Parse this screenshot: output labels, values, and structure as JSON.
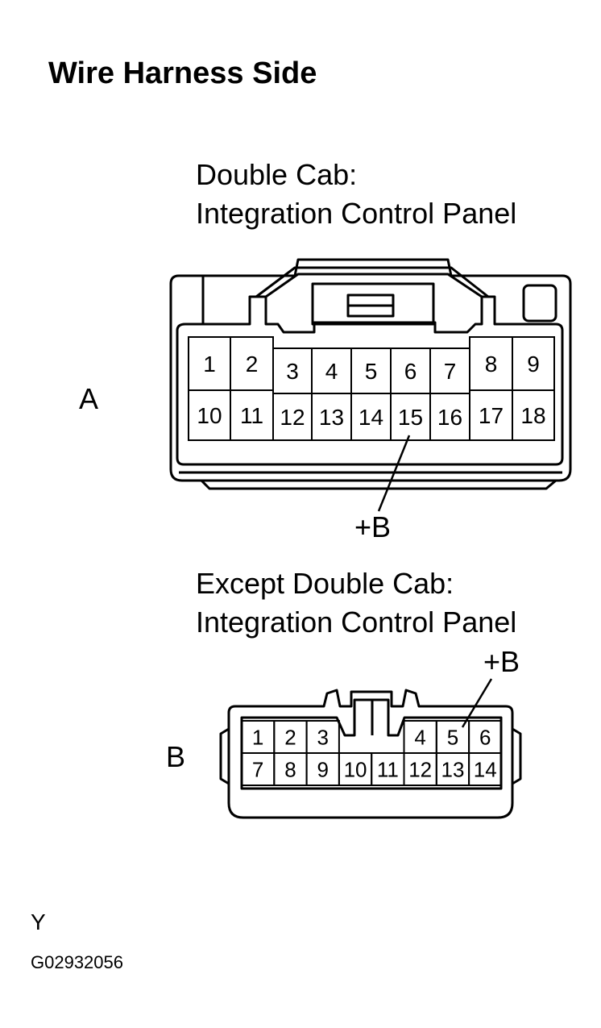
{
  "title": "Wire Harness Side",
  "connector_a": {
    "caption_line1": "Double Cab:",
    "caption_line2": "Integration Control Panel",
    "label": "A",
    "terminal_label": "+B",
    "pins": [
      "1",
      "2",
      "3",
      "4",
      "5",
      "6",
      "7",
      "8",
      "9",
      "10",
      "11",
      "12",
      "13",
      "14",
      "15",
      "16",
      "17",
      "18"
    ]
  },
  "connector_b": {
    "caption_line1": "Except Double Cab:",
    "caption_line2": "Integration Control Panel",
    "label": "B",
    "terminal_label": "+B",
    "pins": [
      "1",
      "2",
      "3",
      "4",
      "5",
      "6",
      "7",
      "8",
      "9",
      "10",
      "11",
      "12",
      "13",
      "14"
    ]
  },
  "footer": {
    "letter": "Y",
    "code": "G02932056"
  }
}
